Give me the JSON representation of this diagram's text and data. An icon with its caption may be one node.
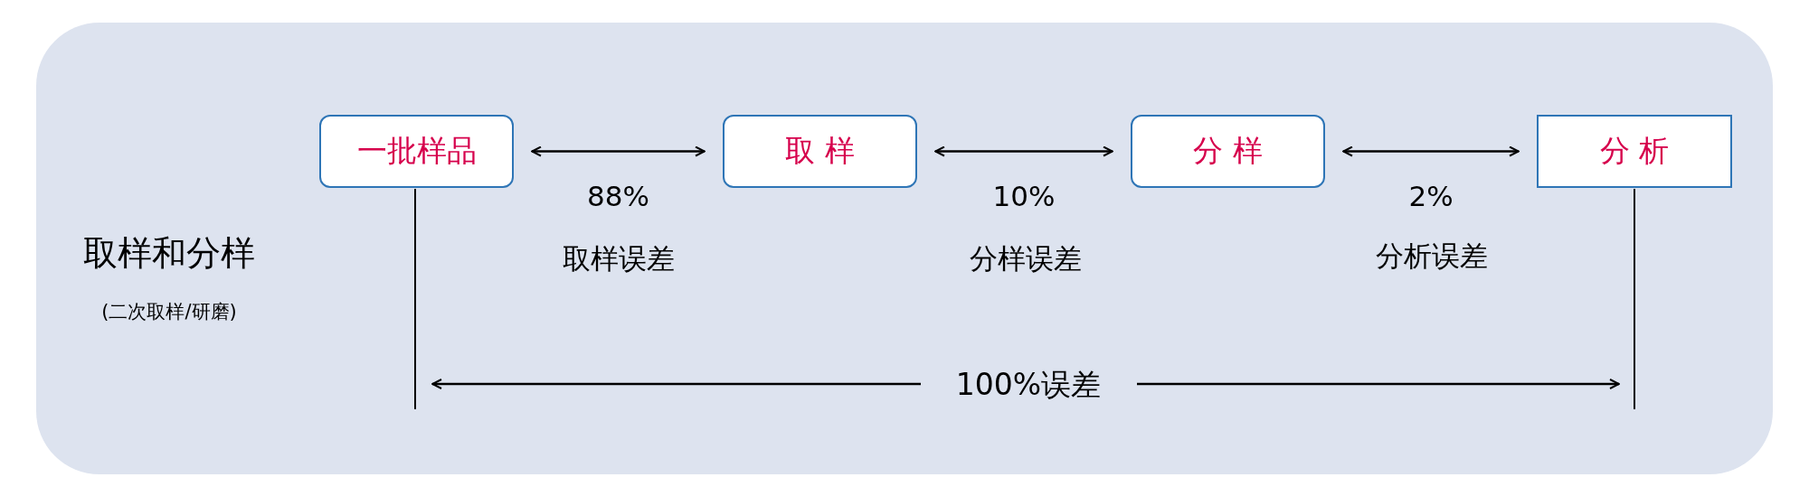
{
  "diagram": {
    "nodes": [
      {
        "text": [
          "一批样品"
        ]
      },
      {
        "text": [
          "取 样"
        ]
      },
      {
        "text": [
          "分 样"
        ]
      },
      {
        "text": [
          "分 析"
        ]
      }
    ],
    "edges": [
      {
        "from": 0,
        "to": 1,
        "arrow": "both",
        "label": "88%"
      },
      {
        "from": 1,
        "to": 2,
        "arrow": "both",
        "label": "10%"
      },
      {
        "from": 2,
        "to": 3,
        "arrow": "both",
        "label": "2%"
      }
    ],
    "labels": [
      "取样和分样",
      "(二次取样/研磨)",
      "取样误差",
      "分样误差",
      "分析误差",
      "100%误差"
    ]
  }
}
